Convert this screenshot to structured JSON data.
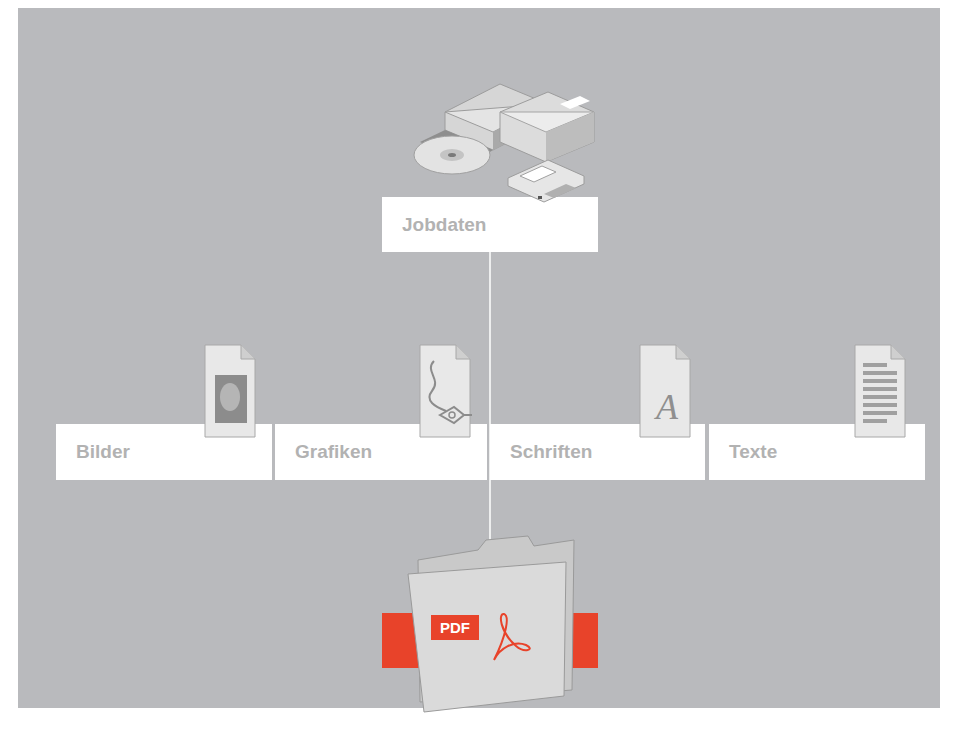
{
  "diagram": {
    "nodes": [
      {
        "text": [
          "Jobdaten"
        ]
      },
      {
        "text": [
          "Bilder"
        ]
      },
      {
        "text": [
          "Grafiken"
        ]
      },
      {
        "text": [
          "Schriften"
        ]
      },
      {
        "text": [
          "Texte"
        ]
      },
      {
        "text": [
          "PDF"
        ]
      }
    ],
    "edges": [
      {
        "from": 0,
        "to": 5,
        "arrow": "none"
      }
    ],
    "labels": [
      "A"
    ]
  }
}
